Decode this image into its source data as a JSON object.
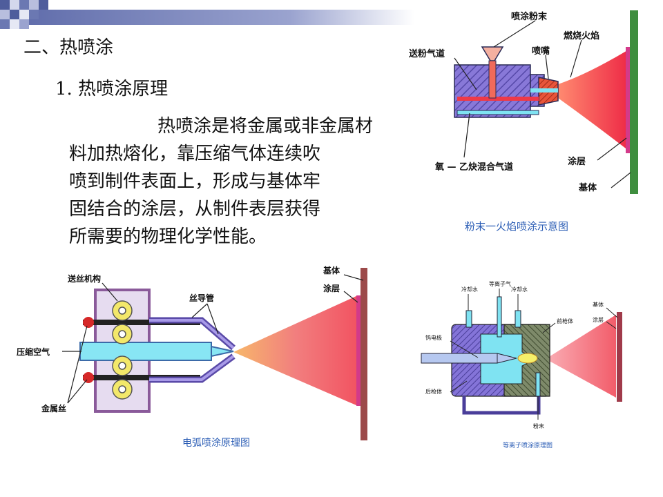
{
  "slide": {
    "section_title": "二、热喷涂",
    "subsection_title": "1. 热喷涂原理",
    "paragraph_lines": [
      "热喷涂是将金属或非金属材",
      "料加热熔化，靠压缩气体连续吹",
      "喷到制件表面上，形成与基体牢",
      "固结合的涂层，从制件表层获得",
      "所需要的物理化学性能。"
    ]
  },
  "flame_diagram": {
    "caption": "粉末一火焰喷涂示意图",
    "labels": {
      "powder": "喷涂粉末",
      "feed_channel": "送粉气道",
      "nozzle": "喷嘴",
      "flame": "燃烧火焰",
      "gas_channel": "氧 — 乙炔混合气道",
      "coating": "涂层",
      "substrate": "基体"
    }
  },
  "arc_diagram": {
    "caption": "电弧喷涂原理图",
    "labels": {
      "feeder": "送丝机构",
      "wire_guide": "丝导管",
      "air": "压缩空气",
      "wire": "金属丝",
      "substrate": "基体",
      "coating": "涂层"
    }
  },
  "plasma_diagram": {
    "caption": "等离子喷涂原理图",
    "labels": {
      "water_left": "冷却水",
      "gas": "等离子气",
      "water_right": "冷却水",
      "front_body": "前枪体",
      "electrode": "钨电极",
      "rear_body": "后枪体",
      "powder": "粉末",
      "substrate": "基体",
      "coating": "涂层"
    }
  },
  "colors": {
    "header_band": "#6b78b2",
    "heading_text": "#111111",
    "caption_text": "#2b5db5",
    "substrate_green": "#3f8e3f",
    "flame_red": "#f04050",
    "gun_violet": "#7d6fd0",
    "frame_purple": "#8a5a9a",
    "water_cyan": "#7fe3f2"
  }
}
